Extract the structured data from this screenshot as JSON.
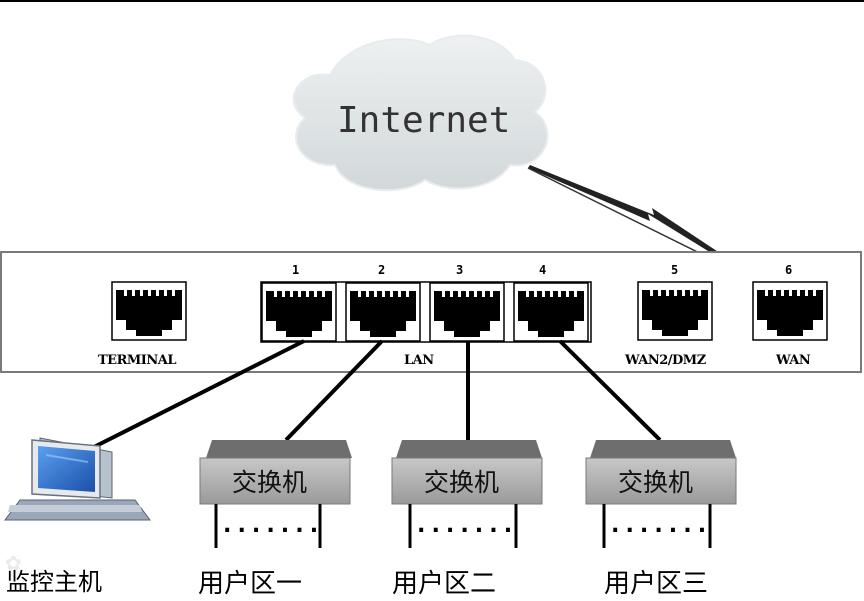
{
  "internet": {
    "label": "Internet"
  },
  "router": {
    "ports": [
      {
        "id": "terminal",
        "number": "",
        "caption": "TERMINAL"
      },
      {
        "id": "lan1",
        "number": "1",
        "caption": ""
      },
      {
        "id": "lan2",
        "number": "2",
        "caption": ""
      },
      {
        "id": "lan3",
        "number": "3",
        "caption": ""
      },
      {
        "id": "lan4",
        "number": "4",
        "caption": ""
      },
      {
        "id": "wan2",
        "number": "5",
        "caption": "WAN2/DMZ"
      },
      {
        "id": "wan",
        "number": "6",
        "caption": "WAN"
      }
    ],
    "lan_caption": "LAN"
  },
  "switches": [
    {
      "label": "交换机",
      "dots": "·······",
      "zone": "用户区一"
    },
    {
      "label": "交换机",
      "dots": "·······",
      "zone": "用户区二"
    },
    {
      "label": "交换机",
      "dots": "·······",
      "zone": "用户区三"
    }
  ],
  "monitor_host": {
    "label": "监控主机"
  },
  "colors": {
    "cloud_fill": "#dfe4e6",
    "switch_top": "#6e6e6e",
    "switch_body": "#b4b4b4",
    "monitor_screen": "#2b6fd1"
  }
}
